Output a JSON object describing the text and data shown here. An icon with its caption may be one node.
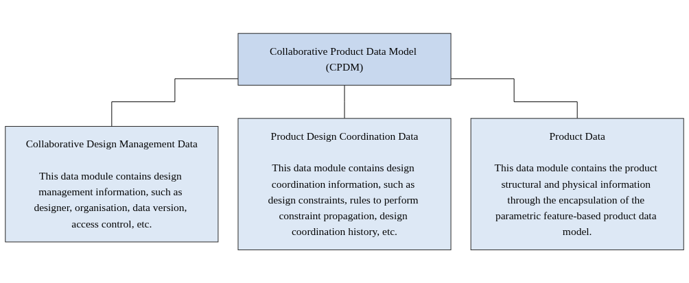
{
  "diagram": {
    "nodes": [
      {
        "text": [
          "Collaborative Product Data Model (CPDM)"
        ]
      },
      {
        "text": [
          "Collaborative Design Management Data",
          "This data module contains design management information, such as designer, organisation, data version, access control, etc."
        ]
      },
      {
        "text": [
          "Product Design Coordination Data",
          "This data module contains design coordination information, such as design constraints, rules to perform constraint propagation, design coordination history, etc."
        ]
      },
      {
        "text": [
          "Product Data",
          "This data module contains the product structural and physical information through the encapsulation of the parametric feature-based product data model."
        ]
      }
    ],
    "edges": [
      {
        "from": 0,
        "to": 1,
        "arrow": "none"
      },
      {
        "from": 0,
        "to": 2,
        "arrow": "none"
      },
      {
        "from": 0,
        "to": 3,
        "arrow": "none"
      }
    ]
  }
}
